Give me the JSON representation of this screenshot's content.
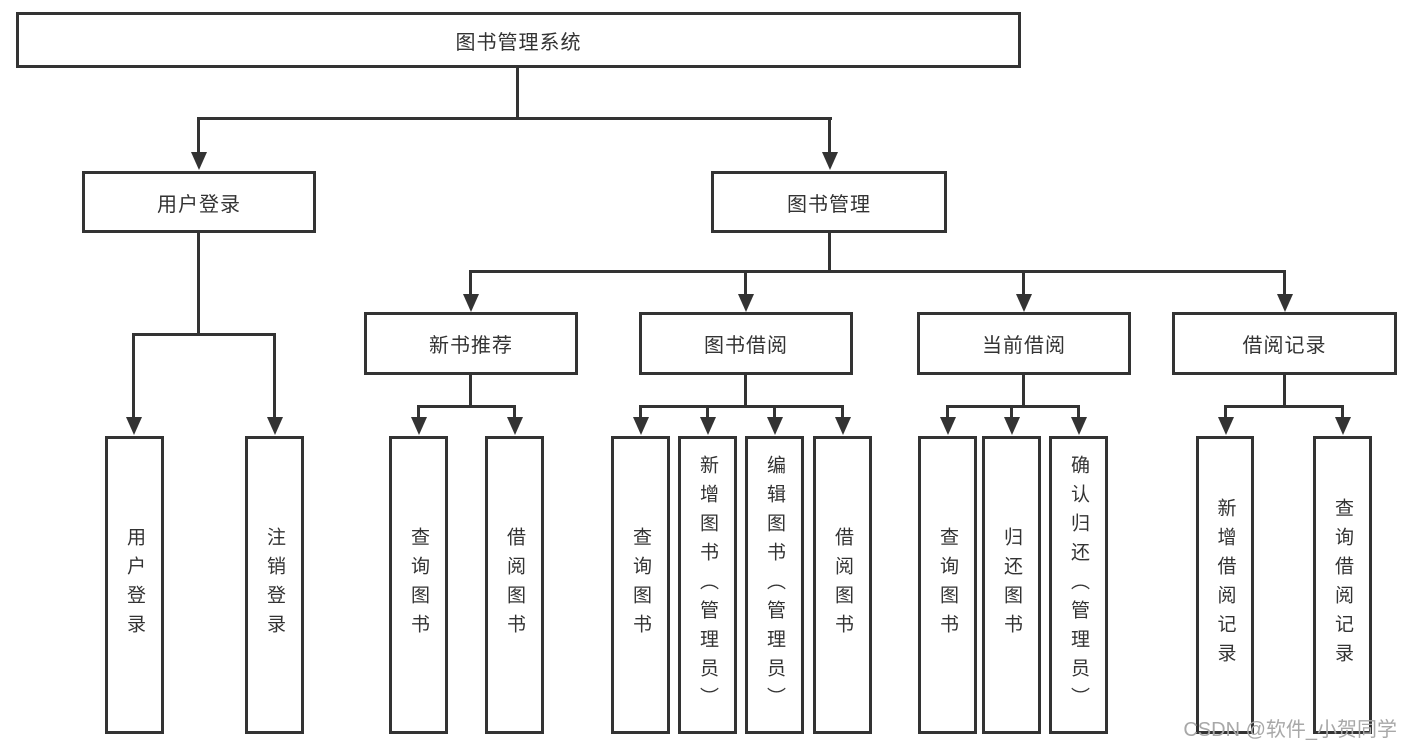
{
  "diagram": {
    "root": {
      "label": "图书管理系统"
    },
    "level2": [
      {
        "label": "用户登录"
      },
      {
        "label": "图书管理"
      }
    ],
    "level3": [
      {
        "parent": "图书管理",
        "label": "新书推荐"
      },
      {
        "parent": "图书管理",
        "label": "图书借阅"
      },
      {
        "parent": "图书管理",
        "label": "当前借阅"
      },
      {
        "parent": "图书管理",
        "label": "借阅记录"
      }
    ],
    "leaves": [
      {
        "parent": "用户登录",
        "label": "用户登录"
      },
      {
        "parent": "用户登录",
        "label": "注销登录"
      },
      {
        "parent": "新书推荐",
        "label": "查询图书"
      },
      {
        "parent": "新书推荐",
        "label": "借阅图书"
      },
      {
        "parent": "图书借阅",
        "label": "查询图书"
      },
      {
        "parent": "图书借阅",
        "label": "新增图书（管理员）"
      },
      {
        "parent": "图书借阅",
        "label": "编辑图书（管理员）"
      },
      {
        "parent": "图书借阅",
        "label": "借阅图书"
      },
      {
        "parent": "当前借阅",
        "label": "查询图书"
      },
      {
        "parent": "当前借阅",
        "label": "归还图书"
      },
      {
        "parent": "当前借阅",
        "label": "确认归还（管理员）"
      },
      {
        "parent": "借阅记录",
        "label": "新增借阅记录"
      },
      {
        "parent": "借阅记录",
        "label": "查询借阅记录"
      }
    ],
    "watermark": "CSDN @软件_小贺同学",
    "colors": {
      "line": "#333333",
      "text": "#333333",
      "watermark": "#a8a8a8",
      "background": "#ffffff"
    }
  }
}
